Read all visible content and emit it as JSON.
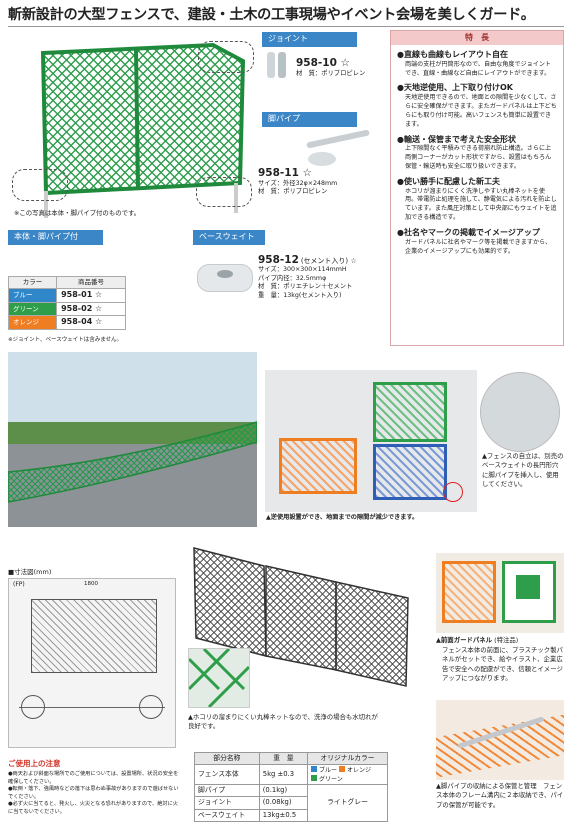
{
  "page": {
    "title": "斬新設計の大型フェンスで、建設・土木の工事現場やイベント会場を美しくガード。"
  },
  "joint": {
    "tag": "ジョイント",
    "model": "958-10 ☆",
    "material": "材　質：ポリプロピレン"
  },
  "pipe": {
    "tag": "脚パイプ",
    "model": "958-11 ☆",
    "size": "サイズ：外径32φ×248mm",
    "material": "材　質：ポリプロピレン"
  },
  "weight": {
    "tag": "ベースウェイト",
    "model": "958-12",
    "model_note": "(セメント入り) ☆",
    "size": "サイズ：300×300×114mmH",
    "pipe_dia": "パイプ内径：32.5mmφ",
    "material": "材　質：ポリエチレン＋セメント",
    "weight": "重　量：13kg(セメント入り)"
  },
  "main_photo": {
    "note": "※この写真は本体・脚パイプ付のものです。"
  },
  "body_tag": "本体・脚パイプ付",
  "color_table": {
    "headers": [
      "カラー",
      "商品番号"
    ],
    "rows": [
      {
        "color": "ブルー",
        "code": "958-01 ☆",
        "bg": "#2f86c9"
      },
      {
        "color": "グリーン",
        "code": "958-02 ☆",
        "bg": "#2e9e4a"
      },
      {
        "color": "オレンジ",
        "code": "958-04 ☆",
        "bg": "#ef7d22"
      }
    ],
    "note": "※ジョイント、ベースウェイトは含みません。"
  },
  "features": {
    "head": "特　長",
    "items": [
      {
        "h": "●直線も曲線もレイアウト自在",
        "b": "両端の支柱が円筒形なので、自由な角度でジョイントでき、直線・曲線など自由にレイアウトができます。"
      },
      {
        "h": "●天地逆使用、上下取り付けOK",
        "b": "天地逆使用できるので、地面との隙間を少なくして、さらに安全確保ができます。またガードパネルは上下どちらにも取り付け可能。高いフェンスも簡単に設置できます。"
      },
      {
        "h": "●輸送・保管まで考えた安全形状",
        "b": "上下隙間なく平積みできる荷崩れ防止構造。さらに上両側コーナーがカット形状ですから、設置はもちろん保管・輸送時も安全に取り扱いできます。"
      },
      {
        "h": "●使い勝手に配慮した新工夫",
        "b": "ホコリが溜まりにくく洗浄しやすい丸棒ネットを使用。帯電防止処理を施して、静電気による汚れを防止しています。また風圧対策として中央部にもウェイトを追加できる構造です。"
      },
      {
        "h": "●社名やマークの掲載でイメージアップ",
        "b": "ガードパネルに社名やマーク等を掲載できますから、企業のイメージアップにも効果的です。"
      }
    ]
  },
  "photos": {
    "stand_caption": "▲フェンスの自立は、別売のベースウェイトの長円形穴に脚パイプを挿入し、使用してください。",
    "inverted_caption": "▲逆使用設置ができ、地面までの隙間が減少できます。",
    "net_caption": "▲ホコリの溜まりにくい丸棒ネットなので、洗浄の場合も水切れが良好です。",
    "panel_caption_h": "▲前面ガードパネル",
    "panel_caption_note": "(特注品)",
    "panel_caption": "フェンス本体の前面に、プラスチック製パネルがセットでき、絵やイラスト、企業広告で安全への配慮ができ、信頼とイメージアップにつながります。",
    "storage_caption": "▲脚パイプの収納による保管と管理　フェンス本体のフレーム溝内に２本収納でき、パイプの保管が可能です。"
  },
  "dimensions": {
    "head": "■寸法図(mm)",
    "fp": "(FP)",
    "width_label": "1800"
  },
  "cautions": {
    "head": "ご使用上の注意",
    "lines": [
      "●両天および斜面な場所でのご使用については、設置場所、状況の安全を確保してください。",
      "●転倒・落下、強風時などの落下は思わぬ事故がありますので遊ばせないでください。",
      "●必ず火に当てると、発火し、火災となる恐れがありますので、絶対に火に当てないでください。"
    ]
  },
  "spec_table": {
    "headers": [
      "部分名称",
      "重　量",
      "オリジナルカラー"
    ],
    "rows": [
      {
        "name": "フェンス本体",
        "weight": "5kg ±0.3"
      },
      {
        "name": "脚パイプ",
        "weight": "(0.1kg)"
      },
      {
        "name": "ジョイント",
        "weight": "(0.08kg)"
      },
      {
        "name": "ベースウェイト",
        "weight": "13kg±0.5"
      }
    ],
    "body_colors": [
      "ブルー",
      "オレンジ",
      "グリーン"
    ],
    "accessory_color": "ライトグレー"
  }
}
